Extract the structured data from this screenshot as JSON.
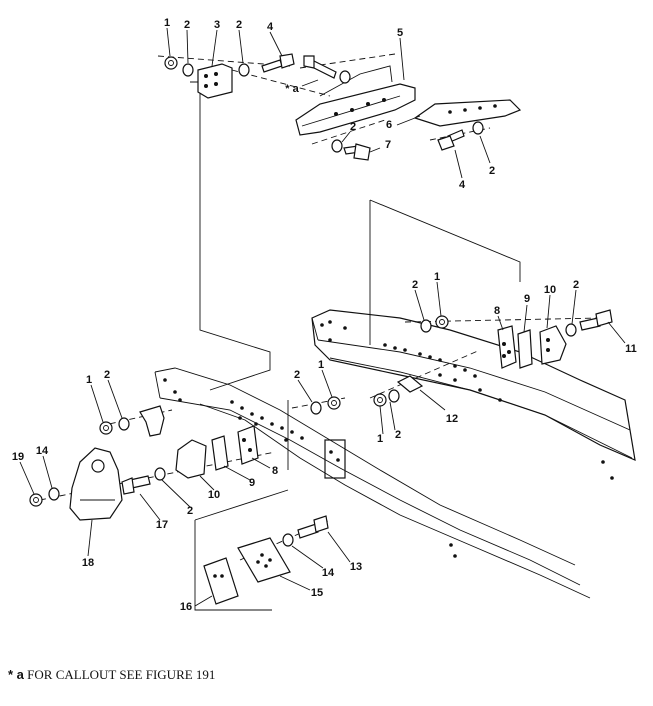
{
  "callouts": {
    "c1a": "1",
    "c2a": "2",
    "c3": "3",
    "c2b": "2",
    "c4a": "4",
    "c5": "5",
    "c_star_a": "* a",
    "c6": "6",
    "c2c": "2",
    "c7": "7",
    "c2d": "2",
    "c4b": "4",
    "c2e": "2",
    "c1b": "1",
    "c8a": "8",
    "c9a": "9",
    "c10a": "10",
    "c2f": "2",
    "c11": "11",
    "c1c": "1",
    "c2g": "2",
    "c2h": "2",
    "c1d": "1",
    "c12": "12",
    "c1e": "1",
    "c2i": "2",
    "c19": "19",
    "c14a": "14",
    "c8b": "8",
    "c9b": "9",
    "c10b": "10",
    "c2j": "2",
    "c17": "17",
    "c18": "18",
    "c13": "13",
    "c14b": "14",
    "c15": "15",
    "c16": "16"
  },
  "footnote": {
    "marker": "* a",
    "text": " FOR CALLOUT SEE FIGURE 191"
  }
}
